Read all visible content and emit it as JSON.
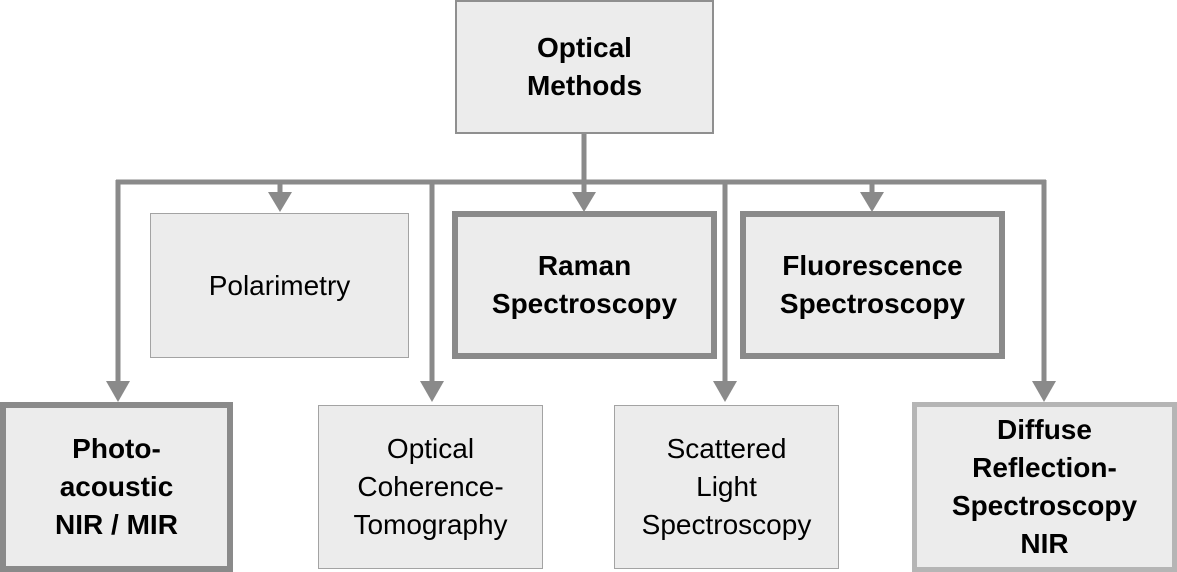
{
  "diagram": {
    "colors": {
      "connector": "#8a8a8a",
      "box_fill": "#ececec",
      "thick_border": "#8a8a8a",
      "light_border": "#b5b5b5"
    },
    "root": {
      "lines": [
        "Optical",
        "Methods"
      ]
    },
    "upper_row": [
      {
        "id": "polarimetry",
        "lines": [
          "Polarimetry"
        ]
      },
      {
        "id": "raman",
        "lines": [
          "Raman",
          "Spectroscopy"
        ]
      },
      {
        "id": "fluorescence",
        "lines": [
          "Fluorescence",
          "Spectroscopy"
        ]
      }
    ],
    "lower_row": [
      {
        "id": "photoacoustic",
        "lines": [
          "Photo-",
          "acoustic",
          "NIR / MIR"
        ]
      },
      {
        "id": "oct",
        "lines": [
          "Optical",
          "Coherence-",
          "Tomography"
        ]
      },
      {
        "id": "scattered",
        "lines": [
          "Scattered",
          "Light",
          "Spectroscopy"
        ]
      },
      {
        "id": "diffuse",
        "lines": [
          "Diffuse",
          "Reflection-",
          "Spectroscopy",
          "NIR"
        ]
      }
    ]
  }
}
